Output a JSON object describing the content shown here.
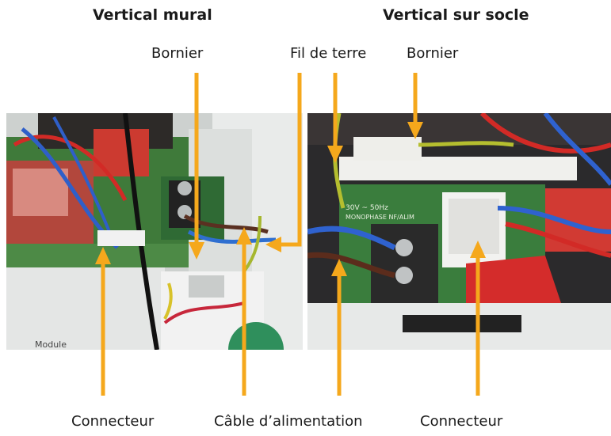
{
  "headings": {
    "left": "Vertical mural",
    "right": "Vertical sur socle"
  },
  "labels": {
    "bornier_left": "Bornier",
    "fil_de_terre": "Fil de terre",
    "bornier_right": "Bornier",
    "connecteur_left": "Connecteur",
    "cable_alimentation": "Câble d’alimentation",
    "connecteur_right": "Connecteur"
  },
  "photo_text": {
    "module": "Module",
    "rating": "30V ~ 50Hz",
    "phase": "MONOPHASE NF/ALIM"
  },
  "colors": {
    "arrow": "#f5a81c",
    "text": "#1a1a1a"
  }
}
